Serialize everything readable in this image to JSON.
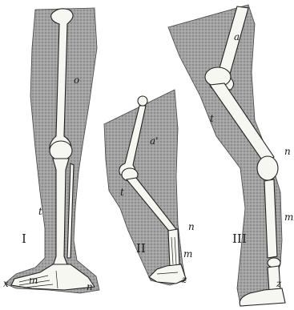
{
  "figure_i": {
    "roman": "I",
    "labels": {
      "o": "o",
      "t": "t",
      "x": "x",
      "m": "m",
      "n": "n"
    }
  },
  "figure_ii": {
    "roman": "II",
    "labels": {
      "a": "a'",
      "t": "t",
      "n": "n",
      "m": "m",
      "z": "z"
    }
  },
  "figure_iii": {
    "roman": "III",
    "labels": {
      "a": "a",
      "t": "t",
      "n": "n",
      "m": "m",
      "z": "z"
    }
  }
}
